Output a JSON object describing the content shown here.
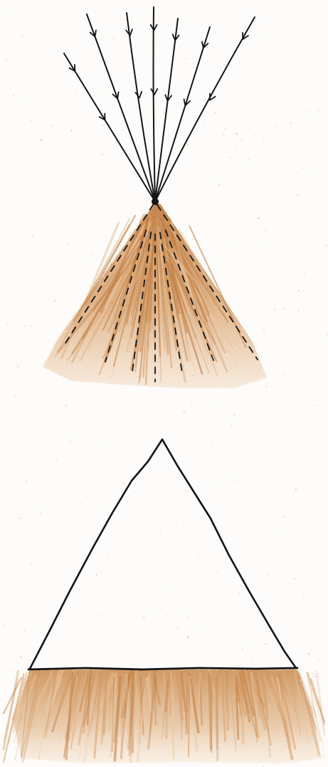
{
  "colors": {
    "paper": "#fdfcfa",
    "ink": "#141414",
    "sepia_dark": "#bf7b3f",
    "sepia_mid": "#d49a63",
    "sepia_light": "#ebc8a2",
    "speckle": "#c9a88a"
  },
  "diagrams": [
    {
      "name": "converging-rays-diagram",
      "ray_count": 7,
      "arrows_per_ray": 2,
      "dashed_guides": 7,
      "has_focal_point": true,
      "has_shadow": true
    },
    {
      "name": "triangle-diagram",
      "has_baseline": true,
      "has_shadow": true
    }
  ]
}
